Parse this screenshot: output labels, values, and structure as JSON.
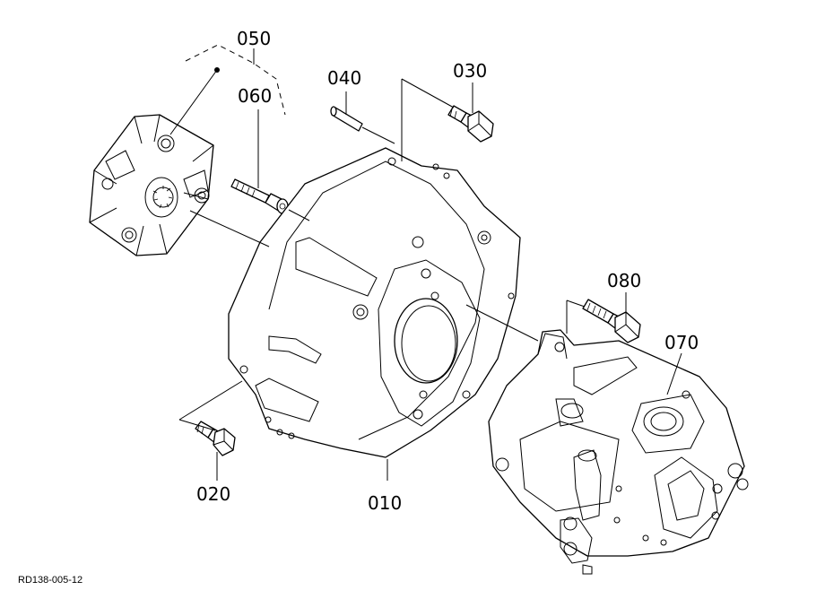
{
  "diagram": {
    "callouts": {
      "c050": "050",
      "c060": "060",
      "c040": "040",
      "c030": "030",
      "c080": "080",
      "c070": "070",
      "c020": "020",
      "c010": "010"
    },
    "doc_ref": "RD138-005-12"
  }
}
